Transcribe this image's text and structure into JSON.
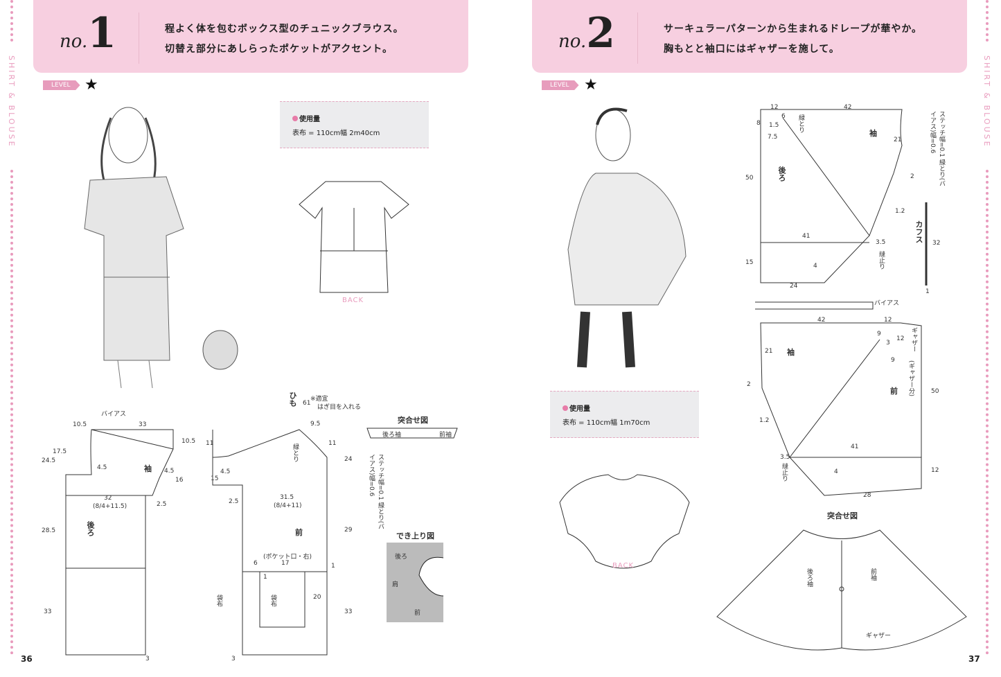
{
  "side_label": "SHIRT & BLOUSE",
  "pages": {
    "left": "36",
    "right": "37"
  },
  "items": [
    {
      "no_prefix": "no.",
      "no": "1",
      "desc": [
        "程よく体を包むボックス型のチュニックブラウス。",
        "切替え部分にあしらったポケットがアクセント。"
      ],
      "level_label": "LEVEL",
      "level_stars": "★",
      "usage_title": "使用量",
      "usage_value": "表布 = 110cm幅 2m40cm",
      "back_label": "BACK"
    },
    {
      "no_prefix": "no.",
      "no": "2",
      "desc": [
        "サーキュラーパターンから生まれるドレープが華やか。",
        "胸もとと袖口にはギャザーを施して。"
      ],
      "level_label": "LEVEL",
      "level_stars": "★",
      "usage_title": "使用量",
      "usage_value": "表布 = 110cm幅 1m70cm",
      "back_label": "BACK"
    }
  ],
  "pattern1": {
    "labels": [
      "バイアス",
      "袖",
      "後ろ",
      "前",
      "ひも",
      "※適宜",
      "はぎ目を入れる",
      "緑とり",
      "(ポケット口・右)",
      "袋布",
      "袋布",
      "突合せ図",
      "後ろ袖",
      "前袖",
      "でき上り図",
      "後ろ",
      "肩",
      "前",
      "ステッチ幅=0.1 緑とり(バイアス)幅=0.6"
    ],
    "numbers": [
      "10.5",
      "33",
      "17.5",
      "24.5",
      "4.5",
      "4.5",
      "16",
      "10.5",
      "32",
      "(8/4+11.5)",
      "2.5",
      "28.5",
      "33",
      "3",
      "11",
      "9.5",
      "61",
      "4.5",
      "15",
      "2.5",
      "31.5",
      "(8/4+11)",
      "24",
      "29",
      "33",
      "6",
      "17",
      "1",
      "20",
      "1",
      "3",
      "11"
    ]
  },
  "pattern2": {
    "labels": [
      "袖",
      "後ろ",
      "緑とり",
      "カフス",
      "縫止り",
      "バイアス",
      "袖",
      "前",
      "ギャザー",
      "(ギャザー分)",
      "縫止り",
      "突合せ図",
      "後ろ袖",
      "前袖",
      "ギャザー",
      "ステッチ幅=0.1 緑とり(バイアス)幅=0.6"
    ],
    "numbers": [
      "12",
      "42",
      "8",
      "1.5",
      "7.5",
      "6",
      "21",
      "50",
      "2",
      "1.2",
      "41",
      "3.5",
      "15",
      "4",
      "24",
      "32",
      "1",
      "42",
      "12",
      "9",
      "3",
      "12",
      "21",
      "2",
      "1.2",
      "41",
      "3.5",
      "4",
      "28",
      "50",
      "12",
      "9"
    ]
  }
}
